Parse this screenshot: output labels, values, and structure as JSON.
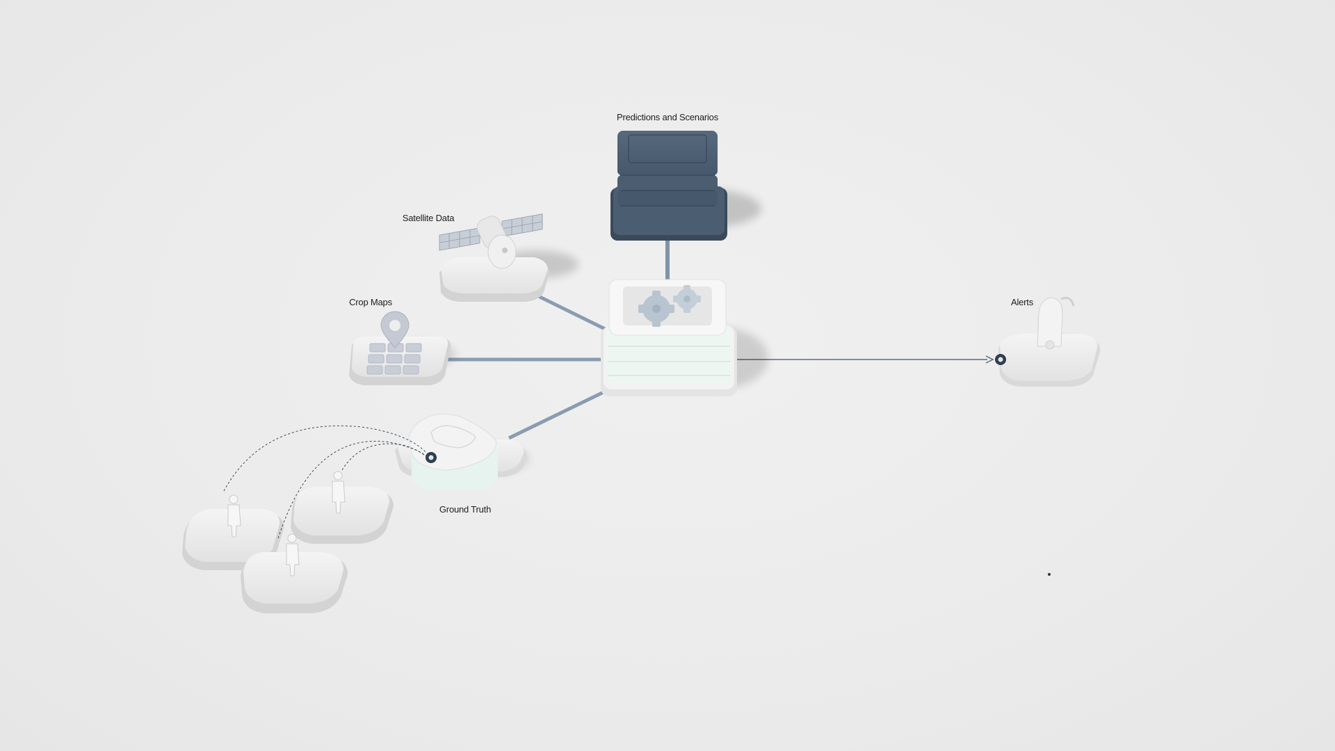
{
  "diagram": {
    "nodes": {
      "predictions": {
        "label": "Predictions and Scenarios"
      },
      "satellite": {
        "label": "Satellite Data"
      },
      "crop_maps": {
        "label": "Crop Maps"
      },
      "ground_truth": {
        "label": "Ground Truth"
      },
      "alerts": {
        "label": "Alerts"
      },
      "processing_hub": {
        "label": ""
      }
    },
    "colors": {
      "background": "#ebebeb",
      "slate": "#4b5d70",
      "slate_dark": "#3a4a5b",
      "connector": "#8a9cb0",
      "platform": "#dedede",
      "mint_layer": "#e6f3ee",
      "gear": "#b8c4d0",
      "label_text": "#1e1e1e"
    }
  }
}
